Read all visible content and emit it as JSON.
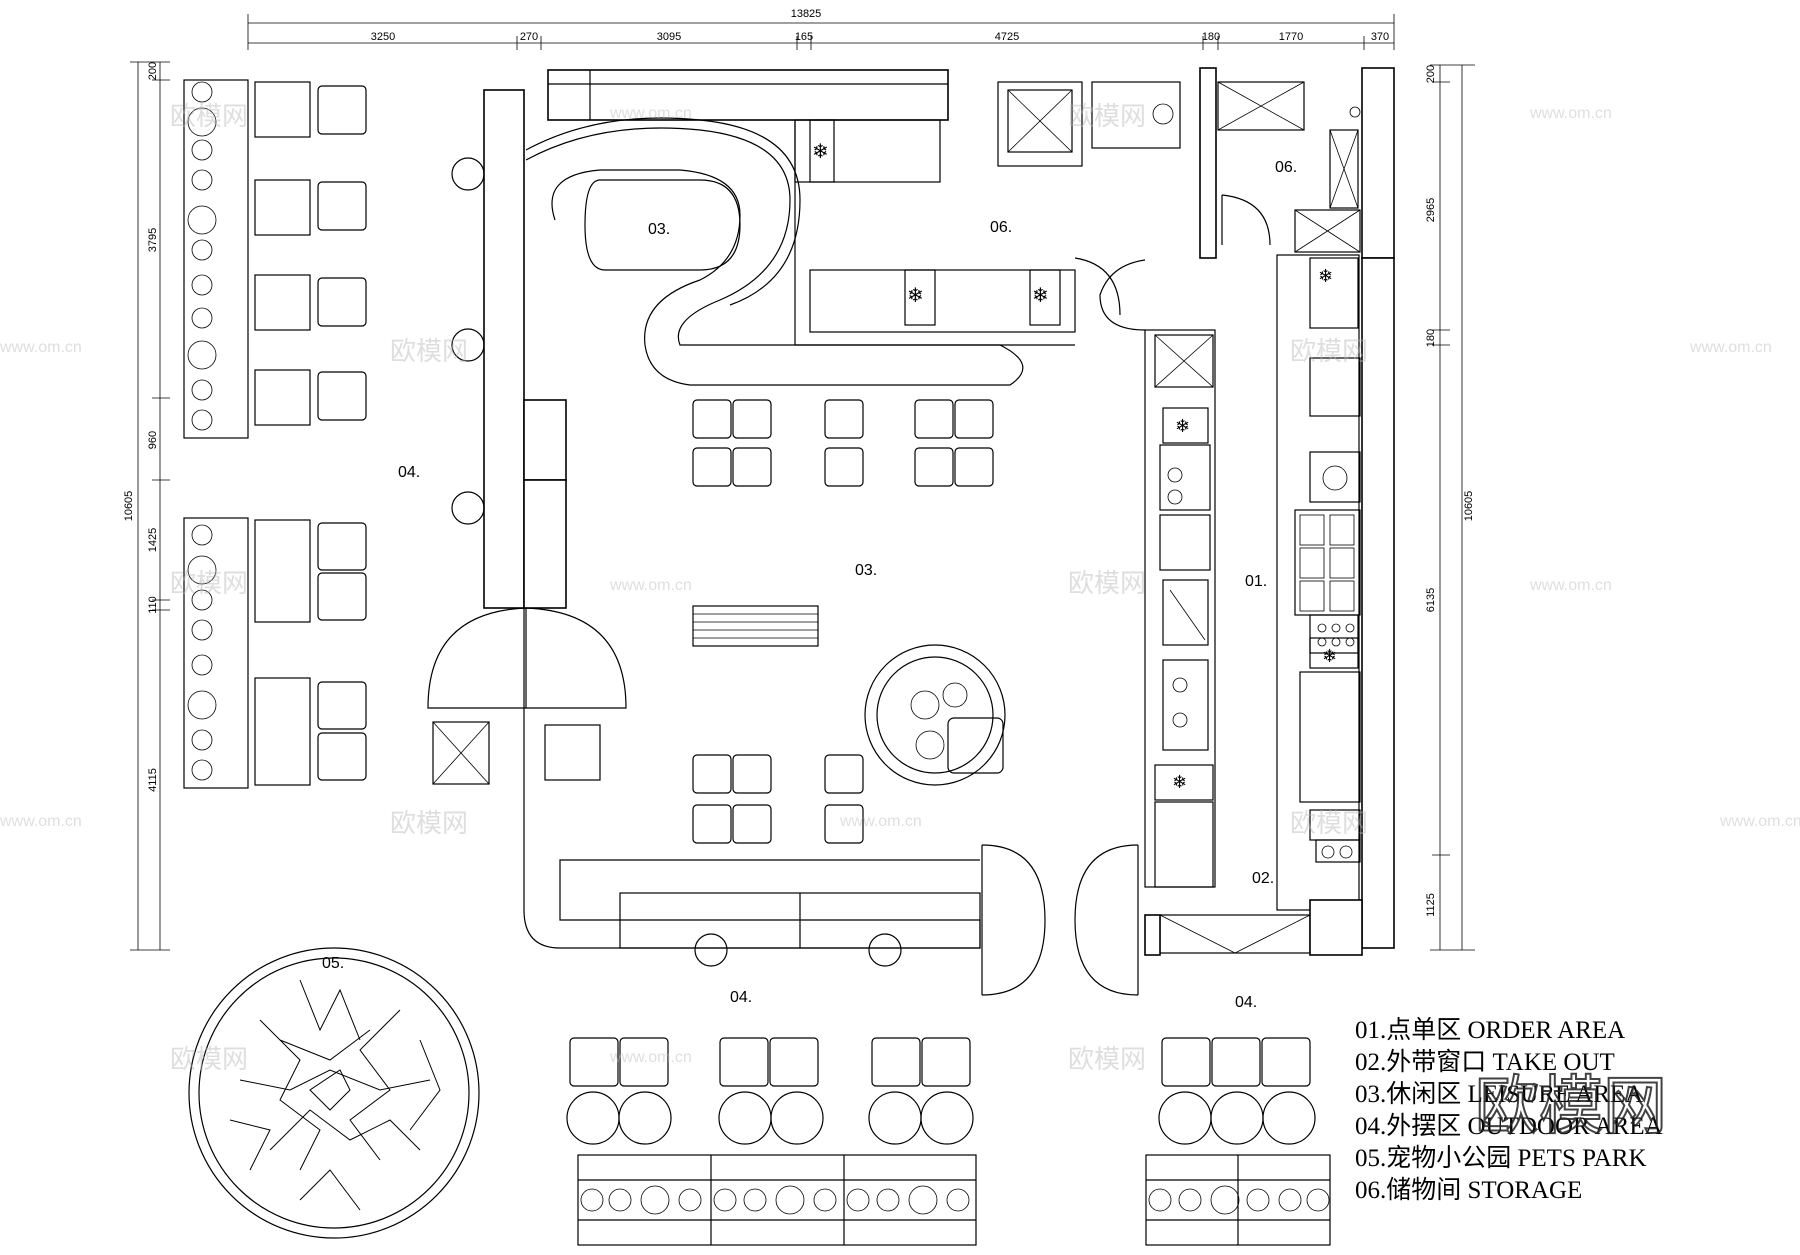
{
  "dimensions": {
    "top_total": "13825",
    "top_segments": [
      "3250",
      "270",
      "3095",
      "165",
      "4725",
      "180",
      "1770",
      "370"
    ],
    "left_total": "10605",
    "left_segments": [
      "200",
      "3795",
      "960",
      "1425",
      "110",
      "4115"
    ],
    "right_total": "10605",
    "right_segments": [
      "200",
      "2965",
      "180",
      "6135",
      "1125"
    ]
  },
  "rooms": {
    "order_area": "01.",
    "take_out": "02.",
    "leisure_top": "03.",
    "leisure_main": "03.",
    "outdoor_left": "04.",
    "outdoor_bottom_mid": "04.",
    "outdoor_bottom_right": "04.",
    "pets_park": "05.",
    "storage_center": "06.",
    "storage_right": "06."
  },
  "legend": [
    "01.点单区  ORDER AREA",
    "02.外带窗口 TAKE OUT",
    "03.休闲区 LEISURE AREA",
    "04.外摆区 OUTDOOR AREA",
    "05.宠物小公园 PETS PARK",
    "06.储物间 STORAGE"
  ],
  "watermark": {
    "site": "www.om.cn",
    "brand": "欧模网"
  },
  "icons": [
    "snowflake-icon",
    "plant-icon",
    "tree-icon",
    "door-swing-icon",
    "sink-icon",
    "stove-icon"
  ]
}
